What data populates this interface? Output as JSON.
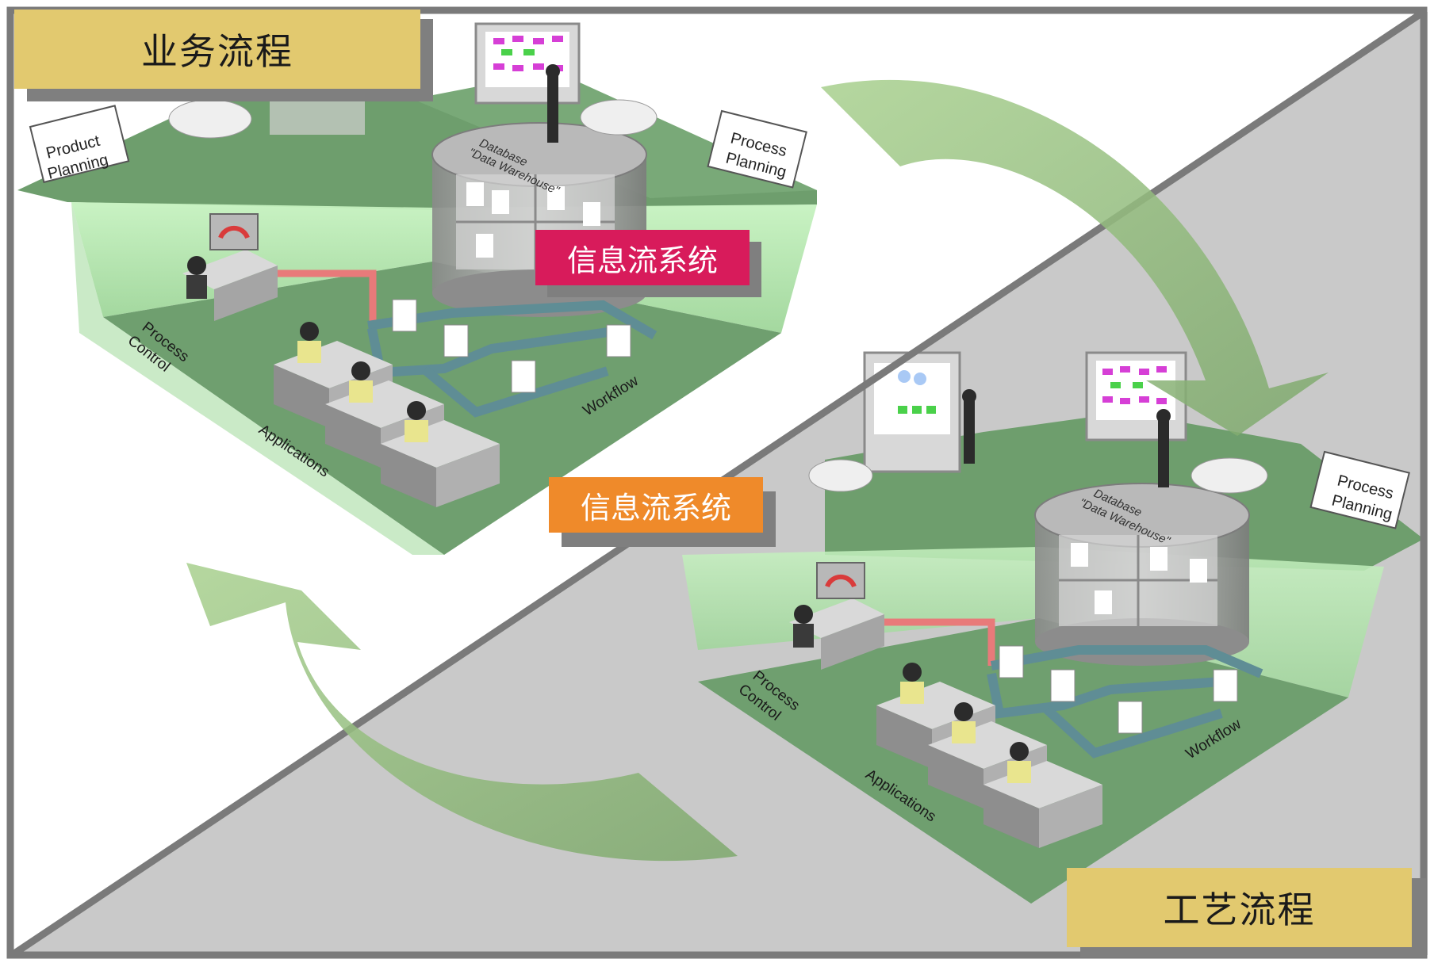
{
  "titles": {
    "business_process": "业务流程",
    "craft_process": "工艺流程"
  },
  "labels": {
    "info_system_top": "信息流系统",
    "info_system_center": "信息流系统"
  },
  "scene_top": {
    "sign_product_l1": "Product",
    "sign_product_l2": "Planning",
    "sign_process_l1": "Process",
    "sign_process_l2": "Planning",
    "db_l1": "Database",
    "db_l2": "\"Data Warehouse\"",
    "process_control_l1": "Process",
    "process_control_l2": "Control",
    "applications": "Applications",
    "workflow": "Workflow"
  },
  "scene_bottom": {
    "sign_process_l1": "Process",
    "sign_process_l2": "Planning",
    "db_l1": "Database",
    "db_l2": "\"Data Warehouse\"",
    "process_control_l1": "Process",
    "process_control_l2": "Control",
    "applications": "Applications",
    "workflow": "Workflow"
  },
  "colors": {
    "frame": "#7a7a7a",
    "title_bg": "#e2c96f",
    "label_pink": "#d81b5b",
    "label_orange": "#ef8a2a",
    "floor_green": "#6f9f6f",
    "wall_green": "#b8ecb4",
    "arrow_green": "#8fb77a",
    "gray_panel": "#c8c8c8"
  }
}
